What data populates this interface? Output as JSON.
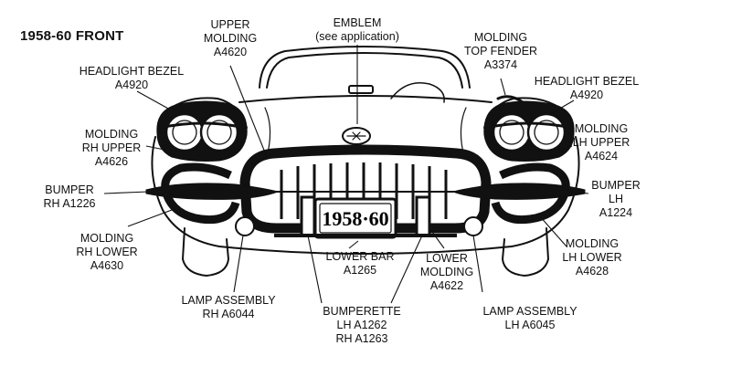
{
  "title": "1958-60 FRONT",
  "plate": "1958·60",
  "labels": {
    "headlight_bezel_rh": [
      "HEADLIGHT BEZEL",
      "A4920"
    ],
    "upper_molding": [
      "UPPER",
      "MOLDING",
      "A4620"
    ],
    "emblem": [
      "EMBLEM",
      "(see application)"
    ],
    "molding_top_fender": [
      "MOLDING",
      "TOP FENDER",
      "A3374"
    ],
    "headlight_bezel_lh": [
      "HEADLIGHT BEZEL",
      "A4920"
    ],
    "molding_rh_upper": [
      "MOLDING",
      "RH UPPER",
      "A4626"
    ],
    "molding_lh_upper": [
      "MOLDING",
      "LH UPPER",
      "A4624"
    ],
    "bumper_rh": [
      "BUMPER",
      "RH  A1226"
    ],
    "bumper_lh": [
      "BUMPER",
      "LH",
      "A1224"
    ],
    "molding_rh_lower": [
      "MOLDING",
      "RH LOWER",
      "A4630"
    ],
    "lower_bar": [
      "LOWER BAR",
      "A1265"
    ],
    "lower_molding": [
      "LOWER",
      "MOLDING",
      "A4622"
    ],
    "molding_lh_lower": [
      "MOLDING",
      "LH LOWER",
      "A4628"
    ],
    "lamp_assembly_rh": [
      "LAMP ASSEMBLY",
      "RH  A6044"
    ],
    "bumperette": [
      "BUMPERETTE",
      "LH  A1262",
      "RH  A1263"
    ],
    "lamp_assembly_lh": [
      "LAMP ASSEMBLY",
      "LH  A6045"
    ]
  }
}
